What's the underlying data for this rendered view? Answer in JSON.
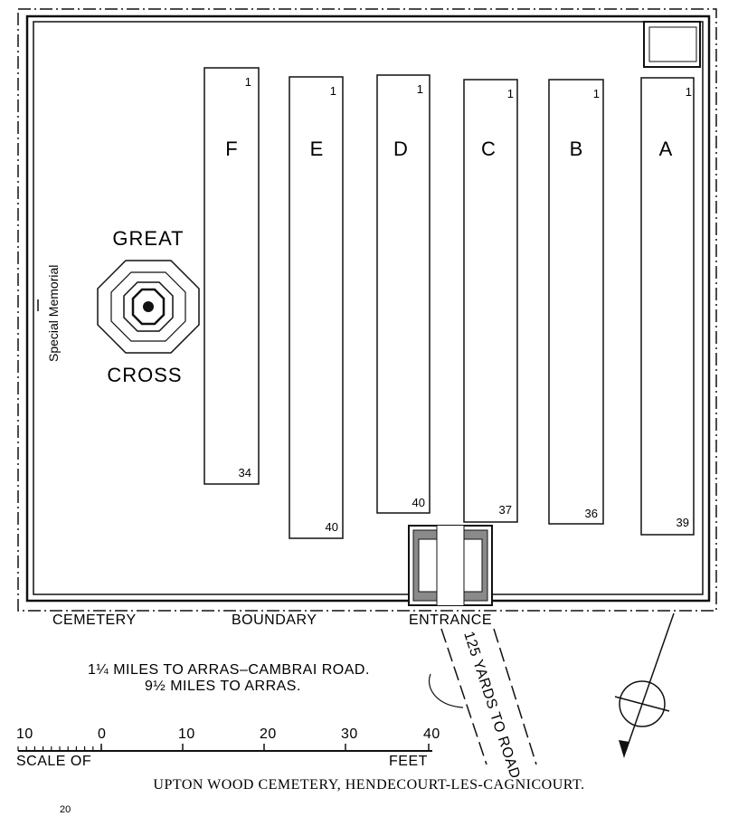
{
  "plots": [
    {
      "letter": "F",
      "first": "1",
      "last": "34"
    },
    {
      "letter": "E",
      "first": "1",
      "last": "40"
    },
    {
      "letter": "D",
      "first": "1",
      "last": "40"
    },
    {
      "letter": "C",
      "first": "1",
      "last": "37"
    },
    {
      "letter": "B",
      "first": "1",
      "last": "36"
    },
    {
      "letter": "A",
      "first": "1",
      "last": "39"
    }
  ],
  "cross": {
    "top": "GREAT",
    "bottom": "CROSS"
  },
  "special_memorial": "Special Memorial",
  "boundary": {
    "left": "CEMETERY",
    "middle": "BOUNDARY"
  },
  "entrance": "ENTRANCE",
  "road_label": "125 YARDS TO ROAD",
  "directions": {
    "line1": "1¼ MILES TO ARRAS–CAMBRAI ROAD.",
    "line2": "9½ MILES TO ARRAS."
  },
  "scale": {
    "ticks": [
      "10",
      "0",
      "10",
      "20",
      "30",
      "40"
    ],
    "left_label": "SCALE OF",
    "right_label": "FEET"
  },
  "title": "UPTON WOOD CEMETERY, HENDECOURT-LES-CAGNICOURT.",
  "page_number": "20"
}
